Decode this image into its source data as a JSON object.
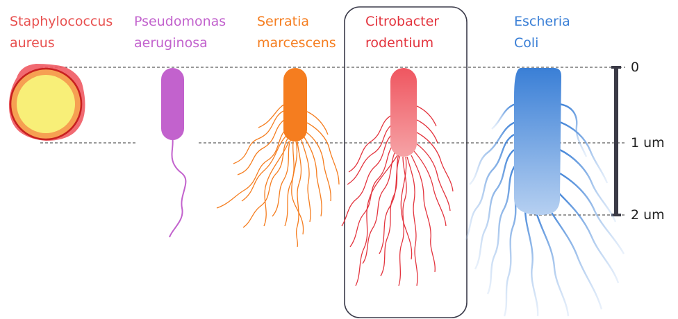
{
  "colors": {
    "staphylococcus": "#e8504f",
    "pseudomonas": "#c262cd",
    "serratia": "#f57d1f",
    "citrobacter": "#e3343e",
    "escherichia": "#3a7fd6",
    "scale": "#3a3a46"
  },
  "bacteria": [
    {
      "line1": "Staphylococcus",
      "line2": "aureus",
      "icon": "coccus-sphere-icon"
    },
    {
      "line1": "Pseudomonas",
      "line2": "aeruginosa",
      "icon": "bacillus-single-flagellum-icon"
    },
    {
      "line1": "Serratia",
      "line2": "marcescens",
      "icon": "bacillus-peritrichous-icon"
    },
    {
      "line1": "Citrobacter",
      "line2": "rodentium",
      "icon": "bacillus-peritrichous-icon"
    },
    {
      "line1": "Escheria",
      "line2": "Coli",
      "icon": "bacillus-peritrichous-icon"
    }
  ],
  "scale": {
    "ticks": [
      "0",
      "1 um",
      "2 um"
    ]
  }
}
